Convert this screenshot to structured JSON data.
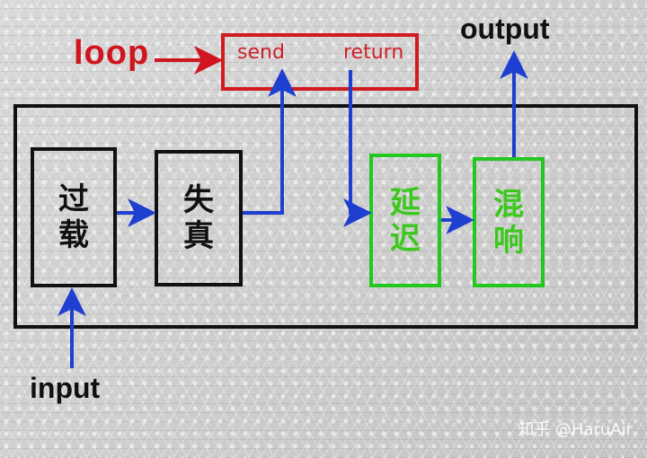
{
  "labels": {
    "loop": "loop",
    "send": "send",
    "return": "return",
    "output": "output",
    "input": "input"
  },
  "blocks": {
    "overdrive": [
      "过",
      "载"
    ],
    "distortion": [
      "失",
      "真"
    ],
    "delay": [
      "延",
      "迟"
    ],
    "reverb": [
      "混",
      "响"
    ]
  },
  "watermark": "知乎 @HaruAir",
  "colors": {
    "loop_red": "#d0151e",
    "arrow_blue": "#1f3fd1",
    "effect_green": "#22c81e",
    "frame_black": "#111111"
  }
}
